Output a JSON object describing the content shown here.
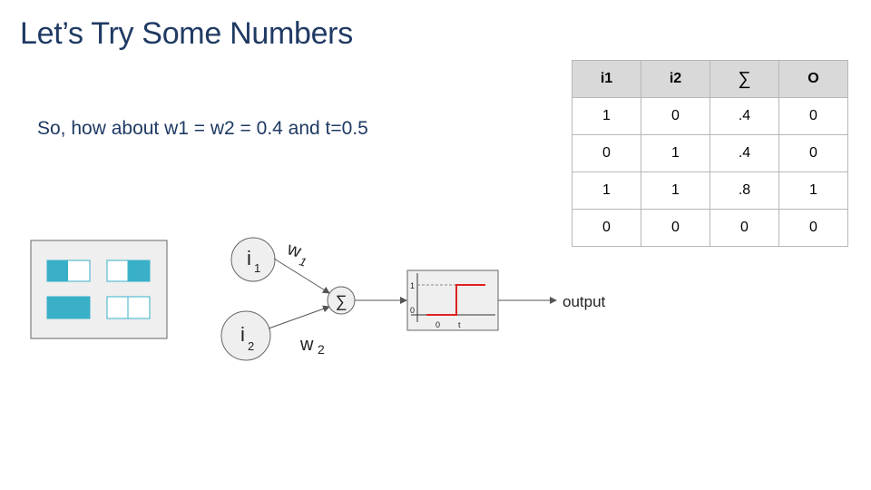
{
  "slide": {
    "title": "Let’s Try Some Numbers",
    "subtitle": "So, how about w1 = w2 = 0.4 and t=0.5"
  },
  "table": {
    "headers": [
      "i1",
      "i2",
      "∑",
      "O"
    ],
    "rows": [
      [
        "1",
        "0",
        ".4",
        "0"
      ],
      [
        "0",
        "1",
        ".4",
        "0"
      ],
      [
        "1",
        "1",
        ".8",
        "1"
      ],
      [
        "0",
        "0",
        "0",
        "0"
      ]
    ]
  },
  "neuron": {
    "input1": {
      "base": "i",
      "sub": "1"
    },
    "input2": {
      "base": "i",
      "sub": "2"
    },
    "weight1": {
      "base": "w",
      "sub": "1"
    },
    "weight2": {
      "base": "w",
      "sub": "2"
    },
    "sum_symbol": "∑",
    "output_label": "output"
  },
  "step_plot": {
    "y_labels": [
      "1",
      "0"
    ],
    "x_labels": [
      "0",
      "t"
    ]
  },
  "colors": {
    "title": "#1f3a63",
    "accent": "#3ab0c8",
    "step_line": "#e02020",
    "table_header_bg": "#d9d9d9"
  },
  "pattern_icon": {
    "cells": [
      "left-half-filled",
      "right-half-filled",
      "full-filled",
      "empty"
    ]
  }
}
